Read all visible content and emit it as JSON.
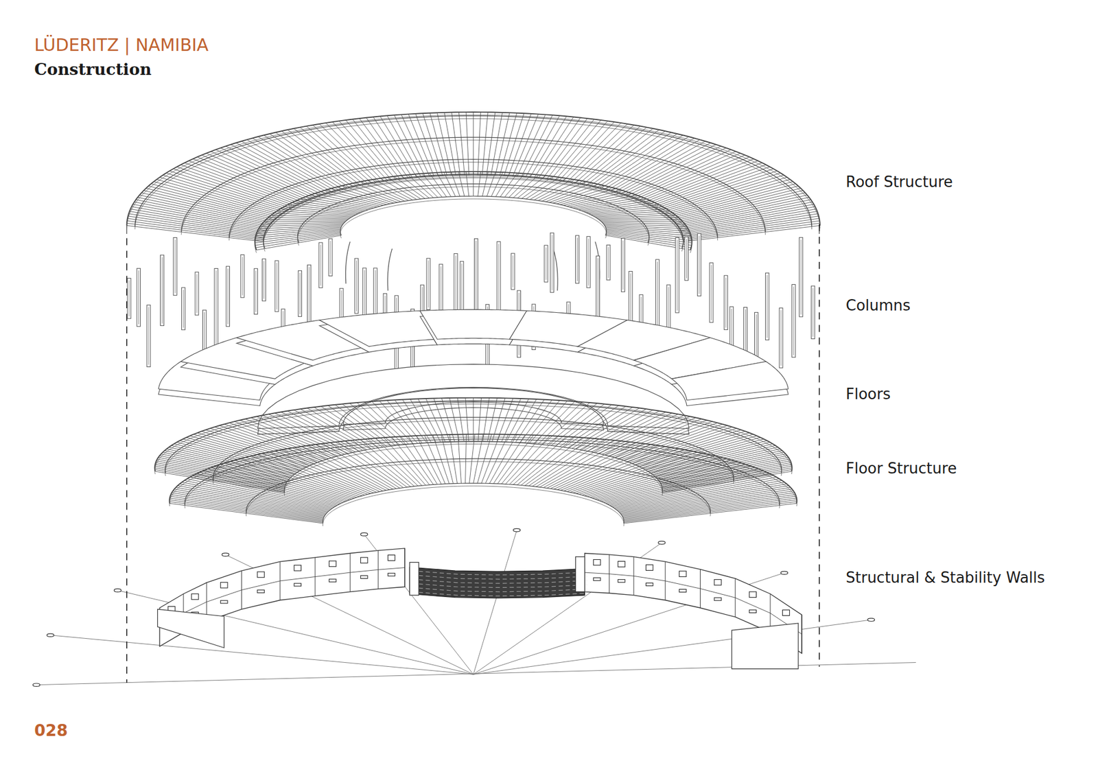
{
  "diagram": {
    "title": "LÜDERITZ | NAMIBIA",
    "labels": [
      "Construction",
      "Roof Structure",
      "Columns",
      "Floors",
      "Floor Structure",
      "Structural & Stability Walls",
      "028"
    ]
  }
}
